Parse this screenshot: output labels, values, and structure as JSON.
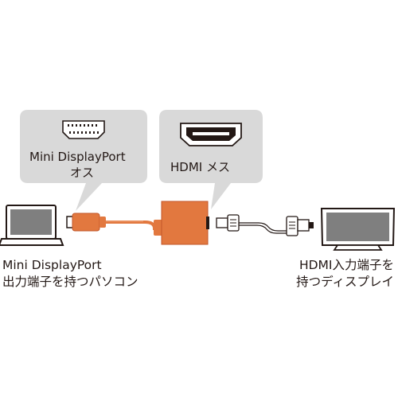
{
  "callouts": {
    "mini_dp_male": {
      "line1": "Mini DisplayPort",
      "line2": "オス"
    },
    "hdmi_female": {
      "line1": "HDMI メス"
    }
  },
  "labels": {
    "source_device": {
      "line1": "Mini DisplayPort",
      "line2": "出力端子を持つパソコン"
    },
    "display_device": {
      "line1": "HDMI入力端子を",
      "line2": "持つディスプレイ"
    }
  },
  "colors": {
    "callout_fill": "#d9d9d9",
    "adapter": "#e2783f",
    "adapter_dark": "#c2562a",
    "adapter_cable": "#f0a57a",
    "device_outline": "#231815",
    "screen": "#7f7f7f"
  },
  "icons": {
    "mini_dp_port": "mini-displayport-connector-icon",
    "hdmi_port": "hdmi-connector-icon",
    "laptop": "laptop-icon",
    "tv": "tv-display-icon"
  }
}
